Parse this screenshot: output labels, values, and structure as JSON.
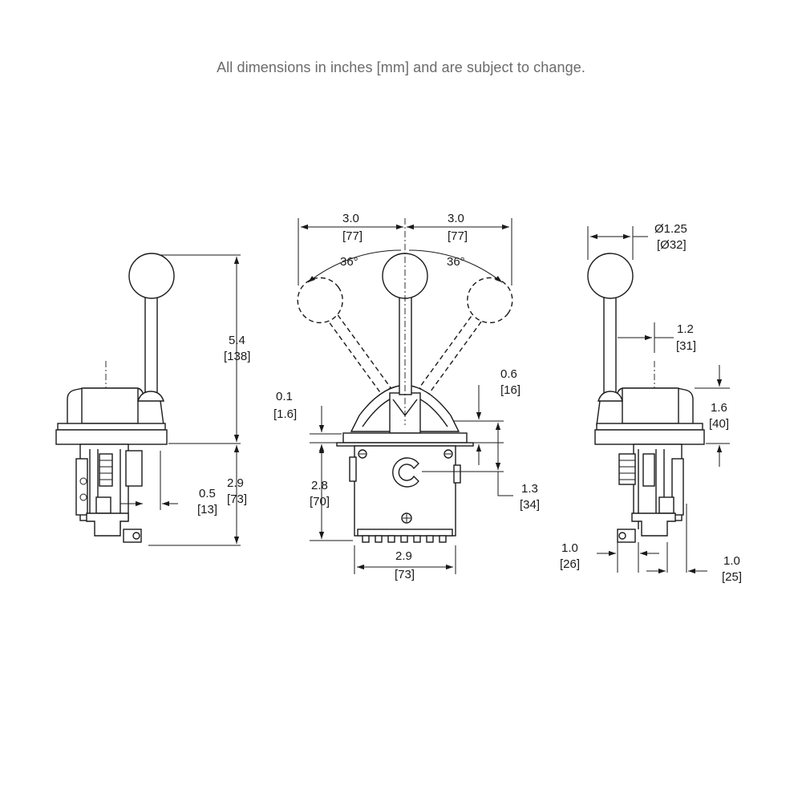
{
  "note": "All dimensions in inches [mm] and are subject to change.",
  "dims": {
    "height_in": "5.4",
    "height_mm": "[138]",
    "below_in": "2.9",
    "below_mm": "[73]",
    "offset_in": "0.5",
    "offset_mm": "[13]",
    "plate_in": "0.1",
    "plate_mm": "[1.6]",
    "body_h_in": "2.8",
    "body_h_mm": "[70]",
    "body_w_in": "2.9",
    "body_w_mm": "[73]",
    "swing_left_in": "3.0",
    "swing_left_mm": "[77]",
    "swing_right_in": "3.0",
    "swing_right_mm": "[77]",
    "angle_left": "36°",
    "angle_right": "36°",
    "boot_in": "0.6",
    "boot_mm": "[16]",
    "center_in": "1.3",
    "center_mm": "[34]",
    "knob_dia_in": "Ø1.25",
    "knob_dia_mm": "[Ø32]",
    "lever_off_in": "1.2",
    "lever_off_mm": "[31]",
    "housing_in": "1.6",
    "housing_mm": "[40]",
    "foot_l_in": "1.0",
    "foot_l_mm": "[26]",
    "foot_r_in": "1.0",
    "foot_r_mm": "[25]"
  }
}
